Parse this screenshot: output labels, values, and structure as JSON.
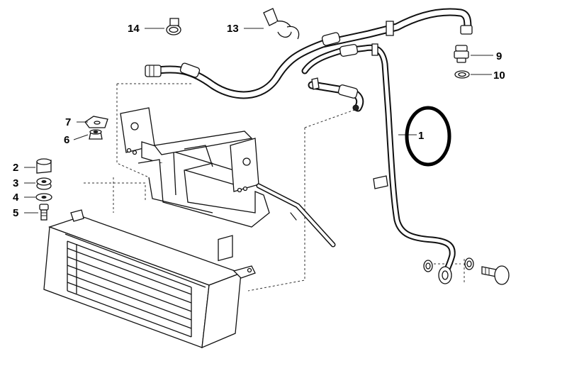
{
  "labels": {
    "p1": "1",
    "p2": "2",
    "p3": "3",
    "p4": "4",
    "p5": "5",
    "p6": "6",
    "p7": "7",
    "p9": "9",
    "p10": "10",
    "p13": "13",
    "p14": "14"
  },
  "colors": {
    "line": "#111111",
    "background": "#ffffff",
    "highlight_circle": "#000000"
  }
}
